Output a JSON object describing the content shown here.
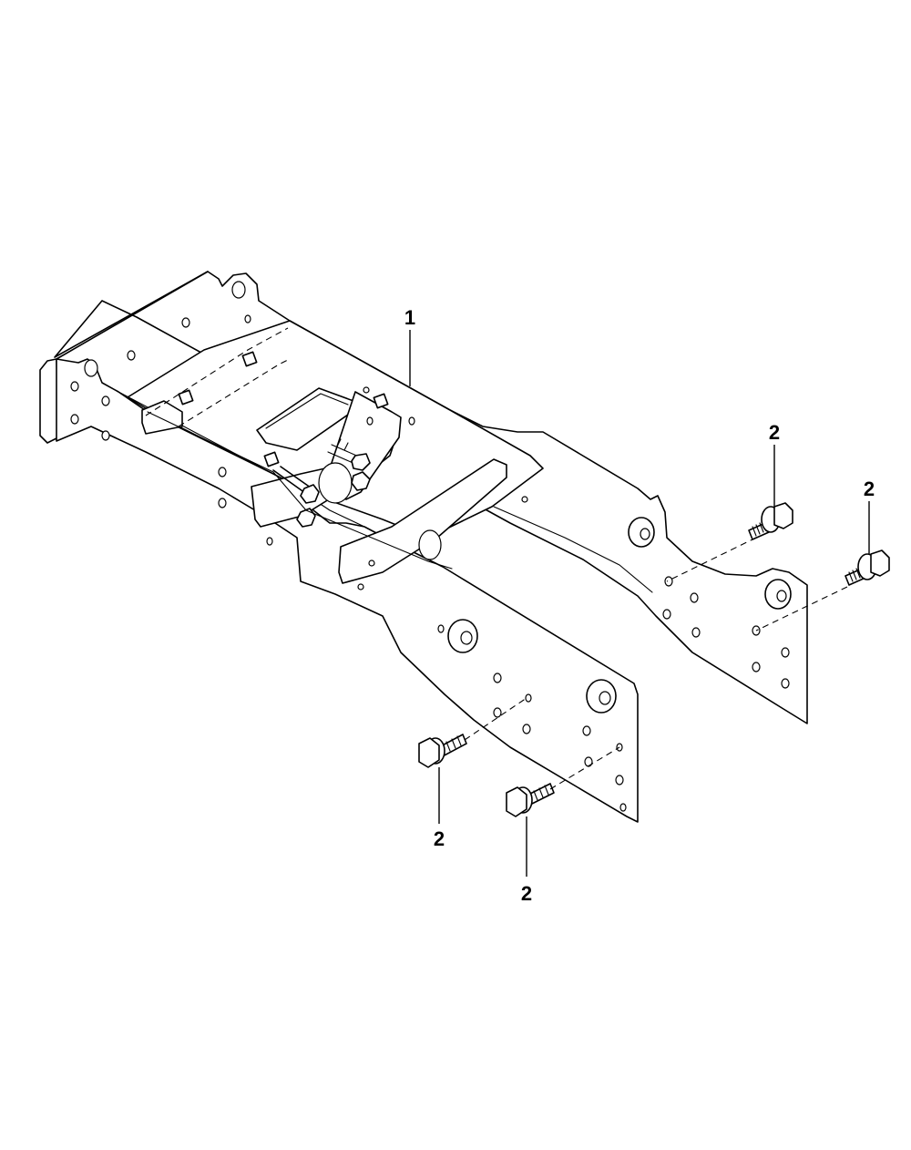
{
  "callouts": [
    {
      "id": "frame",
      "label": "1"
    },
    {
      "id": "bolt-upper-right",
      "label": "2"
    },
    {
      "id": "bolt-far-right",
      "label": "2"
    },
    {
      "id": "bolt-lower-left",
      "label": "2"
    },
    {
      "id": "bolt-lower-center",
      "label": "2"
    }
  ]
}
